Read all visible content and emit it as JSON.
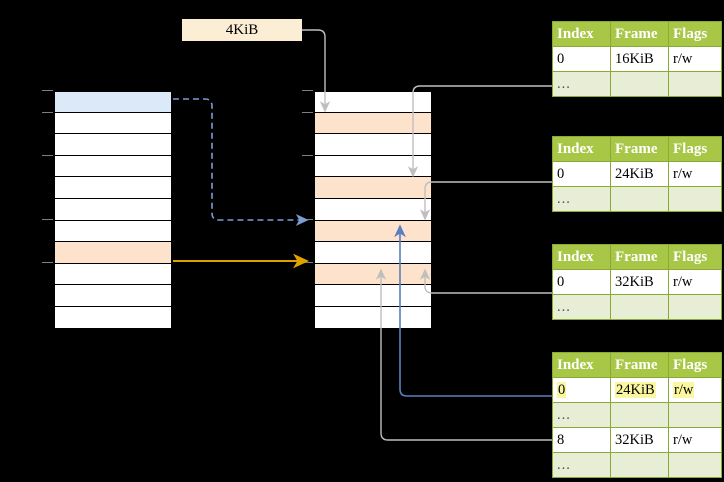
{
  "page": {
    "title": "Multi-level page table walk diagram",
    "background": "#000000"
  },
  "size_label": {
    "text": "4KiB"
  },
  "colors": {
    "header_green": "#a8c746",
    "row_alt_green": "#e8eed5",
    "highlight_yellow": "#fbf7a0",
    "peach": "#fde3cc",
    "blue_row": "#dce9f9",
    "orange_arrow": "#e0a100",
    "blue_arrow": "#5a7fc0",
    "gray_wire": "#bfbfbf",
    "table_border": "#8aaa38"
  },
  "blocks": {
    "left": {
      "name": "virtual-address-space",
      "rows": [
        {
          "fill": "blue"
        },
        {
          "fill": "white"
        },
        {
          "fill": "white"
        },
        {
          "fill": "white"
        },
        {
          "fill": "white"
        },
        {
          "fill": "white"
        },
        {
          "fill": "white"
        },
        {
          "fill": "peach"
        },
        {
          "fill": "white"
        },
        {
          "fill": "white"
        },
        {
          "fill": "white"
        }
      ]
    },
    "middle": {
      "name": "physical-address-space",
      "rows": [
        {
          "fill": "white"
        },
        {
          "fill": "peach"
        },
        {
          "fill": "white"
        },
        {
          "fill": "white"
        },
        {
          "fill": "peach"
        },
        {
          "fill": "white"
        },
        {
          "fill": "peach"
        },
        {
          "fill": "white"
        },
        {
          "fill": "peach"
        },
        {
          "fill": "white"
        },
        {
          "fill": "white"
        }
      ]
    }
  },
  "tables": {
    "headers": [
      "Index",
      "Frame",
      "Flags"
    ],
    "list": [
      {
        "name": "level-4-table",
        "rows": [
          {
            "type": "data",
            "index": "0",
            "frame": "16KiB",
            "flags": "r/w",
            "highlight": false
          },
          {
            "type": "ellipsis",
            "index": "...",
            "frame": "",
            "flags": "",
            "highlight": false
          }
        ]
      },
      {
        "name": "level-3-table",
        "rows": [
          {
            "type": "data",
            "index": "0",
            "frame": "24KiB",
            "flags": "r/w",
            "highlight": false
          },
          {
            "type": "ellipsis",
            "index": "...",
            "frame": "",
            "flags": "",
            "highlight": false
          }
        ]
      },
      {
        "name": "level-2-table",
        "rows": [
          {
            "type": "data",
            "index": "0",
            "frame": "32KiB",
            "flags": "r/w",
            "highlight": false
          },
          {
            "type": "ellipsis",
            "index": "...",
            "frame": "",
            "flags": "",
            "highlight": false
          }
        ]
      },
      {
        "name": "level-1-table",
        "rows": [
          {
            "type": "data",
            "index": "0",
            "frame": "24KiB",
            "flags": "r/w",
            "highlight": true
          },
          {
            "type": "ellipsis",
            "index": "...",
            "frame": "",
            "flags": "",
            "highlight": false
          },
          {
            "type": "data",
            "index": "8",
            "frame": "32KiB",
            "flags": "r/w",
            "highlight": false
          },
          {
            "type": "ellipsis",
            "index": "...",
            "frame": "",
            "flags": "",
            "highlight": false
          }
        ]
      }
    ]
  }
}
